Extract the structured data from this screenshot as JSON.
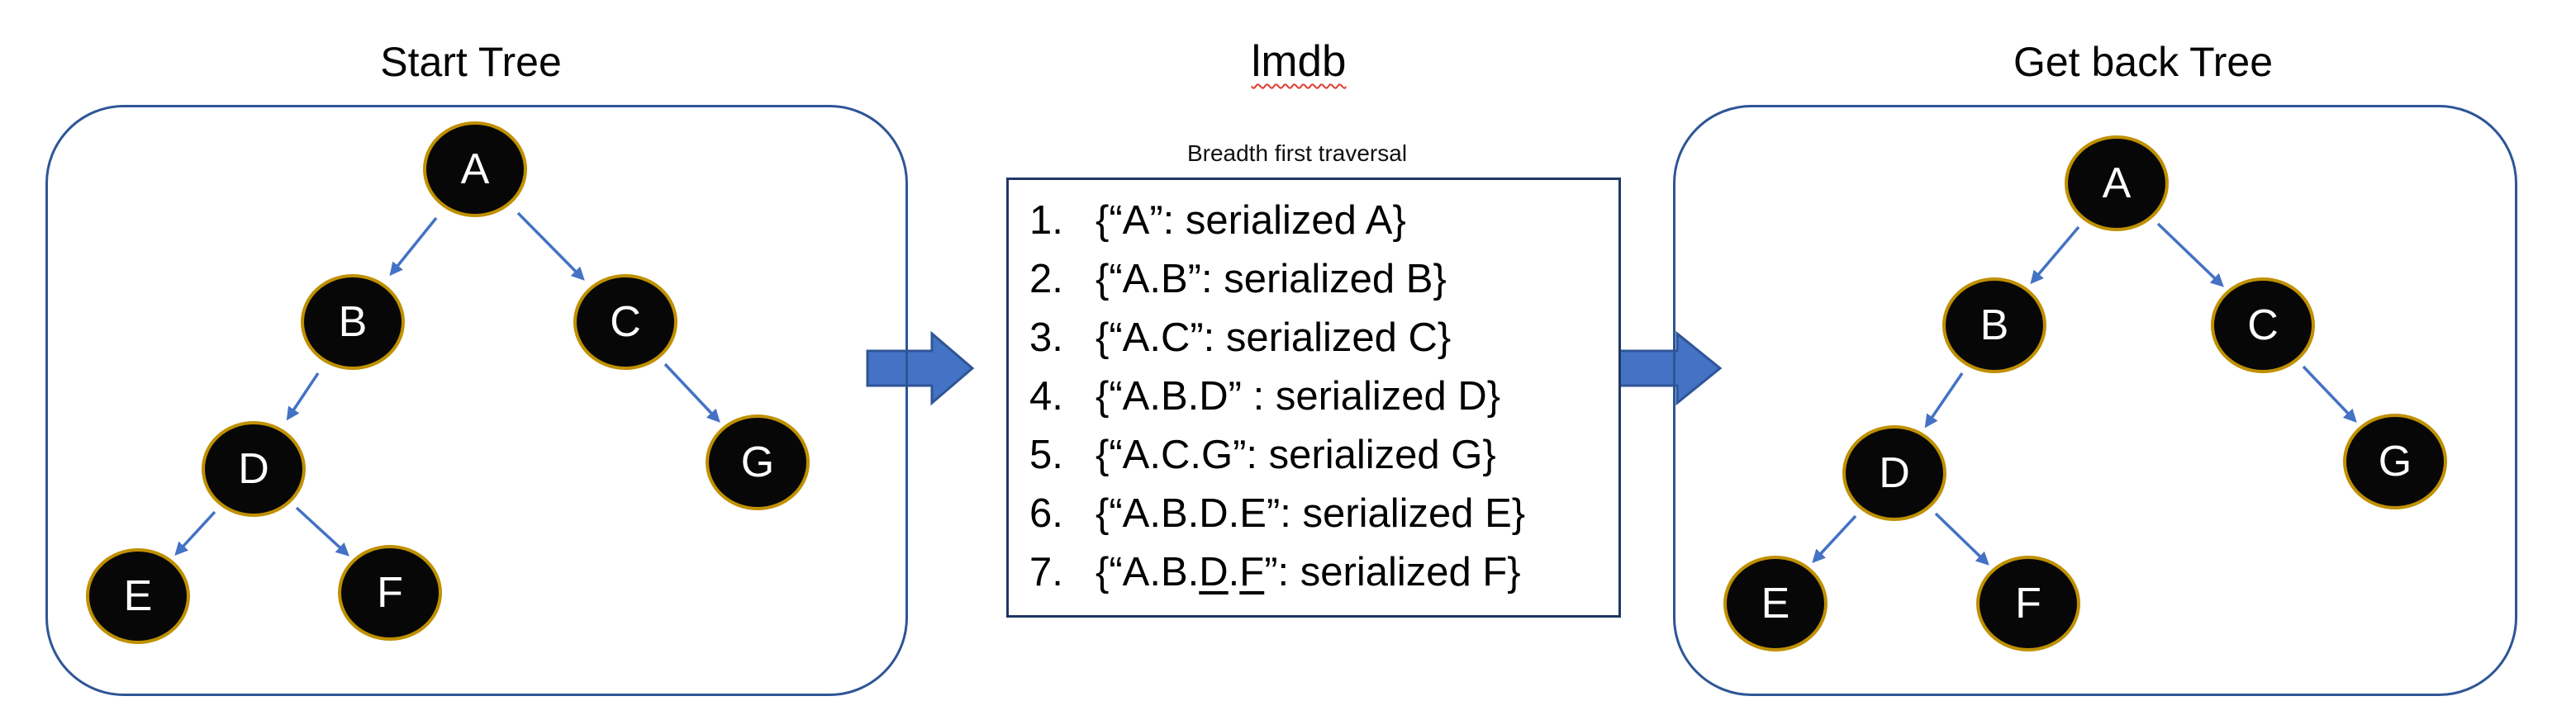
{
  "panels": {
    "start": {
      "title": "Start Tree",
      "nodes": [
        "A",
        "B",
        "C",
        "D",
        "E",
        "F",
        "G"
      ],
      "edges": [
        "A→B",
        "A→C",
        "B→D",
        "C→G",
        "D→E",
        "D→F"
      ]
    },
    "middle": {
      "title": "lmdb",
      "subtitle": "Breadth first traversal",
      "list": {
        "items": [
          {
            "num": "1.",
            "text": "{“A”: serialized A}"
          },
          {
            "num": "2.",
            "text": "{“A.B”: serialized B}"
          },
          {
            "num": "3.",
            "text": "{“A.C”: serialized C}"
          },
          {
            "num": "4.",
            "text": "{“A.B.D” : serialized D}"
          },
          {
            "num": "5.",
            "text": "{“A.C.G”: serialized G}"
          },
          {
            "num": "6.",
            "text": "{“A.B.D.E”: serialized E}"
          },
          {
            "num": "7.",
            "segments": [
              {
                "t": "{“A.B."
              },
              {
                "t": "D",
                "underline": true
              },
              {
                "t": "."
              },
              {
                "t": "F",
                "underline": true
              },
              {
                "t": "”: serialized F}"
              }
            ]
          }
        ]
      }
    },
    "end": {
      "title": "Get back Tree",
      "nodes": [
        "A",
        "B",
        "C",
        "D",
        "E",
        "F",
        "G"
      ],
      "edges": [
        "A→B",
        "A→C",
        "B→D",
        "C→G",
        "D→E",
        "D→F"
      ]
    }
  },
  "colors": {
    "node_fill": "#070707",
    "node_border": "#bf9000",
    "node_text": "#ffffff",
    "tree_arrow": "#4472c4",
    "block_arrow_fill": "#4472c4",
    "block_arrow_border": "#2f5597",
    "frame_border": "#2e5596",
    "list_box_border": "#1f3864",
    "title_text": "#050505",
    "spellcheck_squiggle": "#e03c31"
  }
}
